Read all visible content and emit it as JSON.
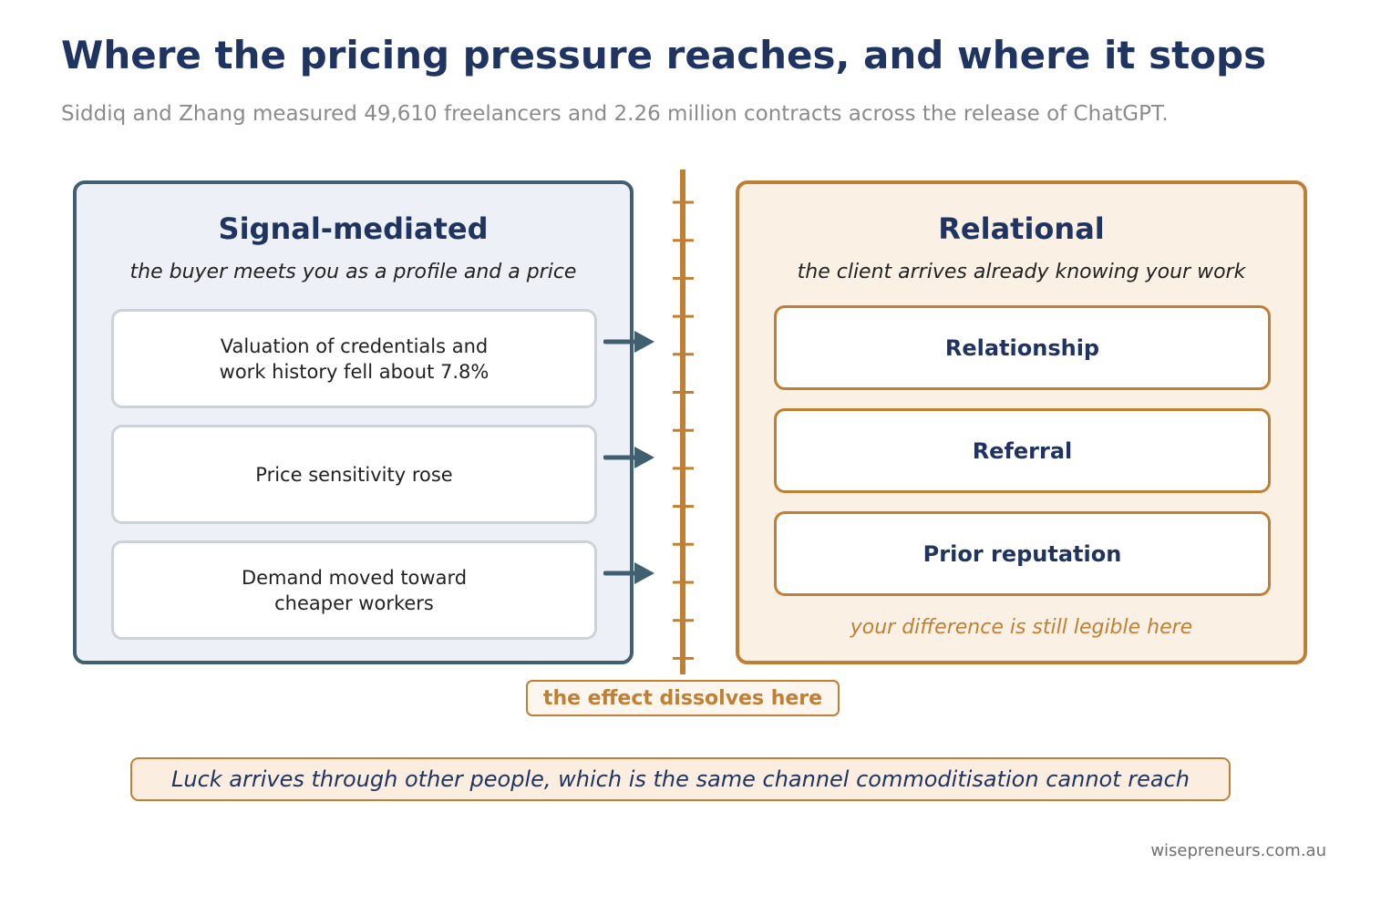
{
  "title": "Where the pricing pressure reaches, and where it stops",
  "subtitle": "Siddiq and Zhang measured 49,610 freelancers and 2.26 million contracts across the release of ChatGPT.",
  "left_panel": {
    "title": "Signal-mediated",
    "subtitle": "the buyer meets you as a profile and a price",
    "cards": [
      {
        "text": "Valuation of credentials and\nwork history fell about 7.8%"
      },
      {
        "text": "Price sensitivity rose"
      },
      {
        "text": "Demand moved toward\ncheaper workers"
      }
    ]
  },
  "right_panel": {
    "title": "Relational",
    "subtitle": "the client arrives already knowing your work",
    "cards": [
      {
        "text": "Relationship"
      },
      {
        "text": "Referral"
      },
      {
        "text": "Prior reputation"
      }
    ],
    "note": "your difference is still legible here"
  },
  "divider_label": "the effect dissolves here",
  "bottom_callout": "Luck arrives through other people, which is the same channel commoditisation cannot reach",
  "footer": "wisepreneurs.com.au",
  "colors": {
    "navy": "#1f3461",
    "slate": "#405f71",
    "amber": "#c17f33",
    "left_bg": "#edf1f7",
    "right_bg": "#fbf0e4"
  }
}
